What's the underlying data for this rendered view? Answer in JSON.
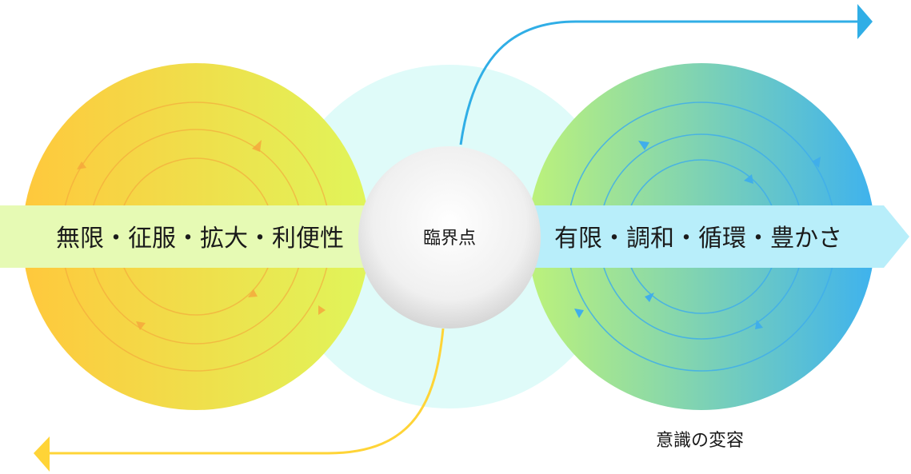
{
  "diagram": {
    "left_label": "無限・征服・拡大・利便性",
    "center_label": "臨界点",
    "right_label": "有限・調和・循環・豊かさ",
    "caption": "意識の変容"
  },
  "colors": {
    "left_circle_start": "#FFC83C",
    "left_circle_end": "#E0F55A",
    "center_halo": "#DFFBF9",
    "right_circle_start": "#BDF27A",
    "right_circle_end": "#3EB2EE",
    "left_arrow": "#E6FAB4",
    "right_arrow": "#B8EEFA",
    "yellow_line": "#FFD437",
    "blue_line": "#30AEE6",
    "left_rings": "#F4A83C",
    "right_rings": "#40AEEA"
  }
}
